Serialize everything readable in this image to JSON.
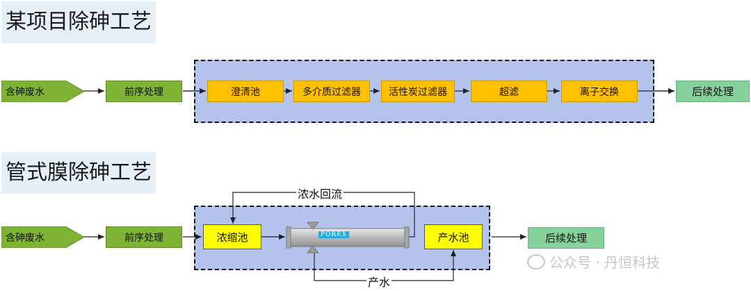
{
  "section1": {
    "title": "某项目除砷工艺",
    "input": "含砷废水",
    "pretreat": "前序处理",
    "steps": [
      "澄清池",
      "多介质过滤器",
      "活性炭过滤器",
      "超滤",
      "离子交换"
    ],
    "output": "后续处理"
  },
  "section2": {
    "title": "管式膜除砷工艺",
    "input": "含砷废水",
    "pretreat": "前序处理",
    "tank": "浓缩池",
    "module_label": "POREX",
    "product_tank": "产水池",
    "output": "后续处理",
    "recycle_label": "浓水回流",
    "permeate_label": "产水"
  },
  "watermark": "公众号 · 丹恒科技"
}
